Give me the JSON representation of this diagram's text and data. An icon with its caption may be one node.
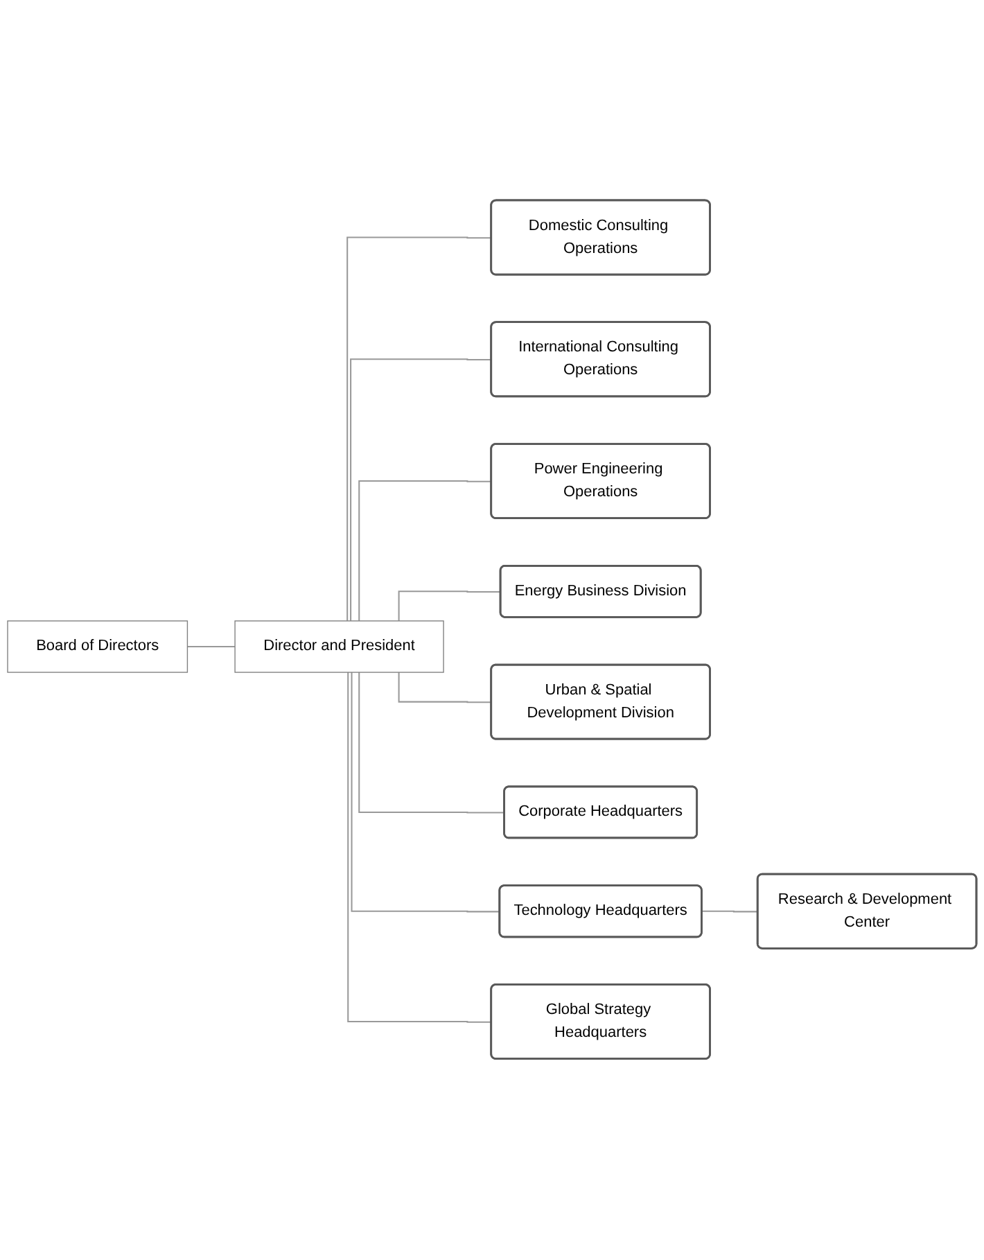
{
  "diagram": {
    "nodes": [
      {
        "text": [
          "Board of Directors"
        ]
      },
      {
        "text": [
          "Director and President"
        ]
      },
      {
        "text": [
          "Domestic Consulting Operations"
        ]
      },
      {
        "text": [
          "International Consulting Operations"
        ]
      },
      {
        "text": [
          "Power Engineering Operations"
        ]
      },
      {
        "text": [
          "Energy Business Division"
        ]
      },
      {
        "text": [
          "Urban & Spatial Development Division"
        ]
      },
      {
        "text": [
          "Corporate Headquarters"
        ]
      },
      {
        "text": [
          "Technology Headquarters"
        ]
      },
      {
        "text": [
          "Research & Development Center"
        ]
      },
      {
        "text": [
          "Global Strategy Headquarters"
        ]
      }
    ],
    "edges": [
      {
        "from": 0,
        "to": 1,
        "arrow": "none"
      },
      {
        "from": 1,
        "to": 2,
        "arrow": "none"
      },
      {
        "from": 1,
        "to": 3,
        "arrow": "none"
      },
      {
        "from": 1,
        "to": 4,
        "arrow": "none"
      },
      {
        "from": 1,
        "to": 5,
        "arrow": "none"
      },
      {
        "from": 1,
        "to": 6,
        "arrow": "none"
      },
      {
        "from": 1,
        "to": 7,
        "arrow": "none"
      },
      {
        "from": 1,
        "to": 8,
        "arrow": "none"
      },
      {
        "from": 8,
        "to": 9,
        "arrow": "none"
      },
      {
        "from": 1,
        "to": 10,
        "arrow": "none"
      }
    ]
  }
}
